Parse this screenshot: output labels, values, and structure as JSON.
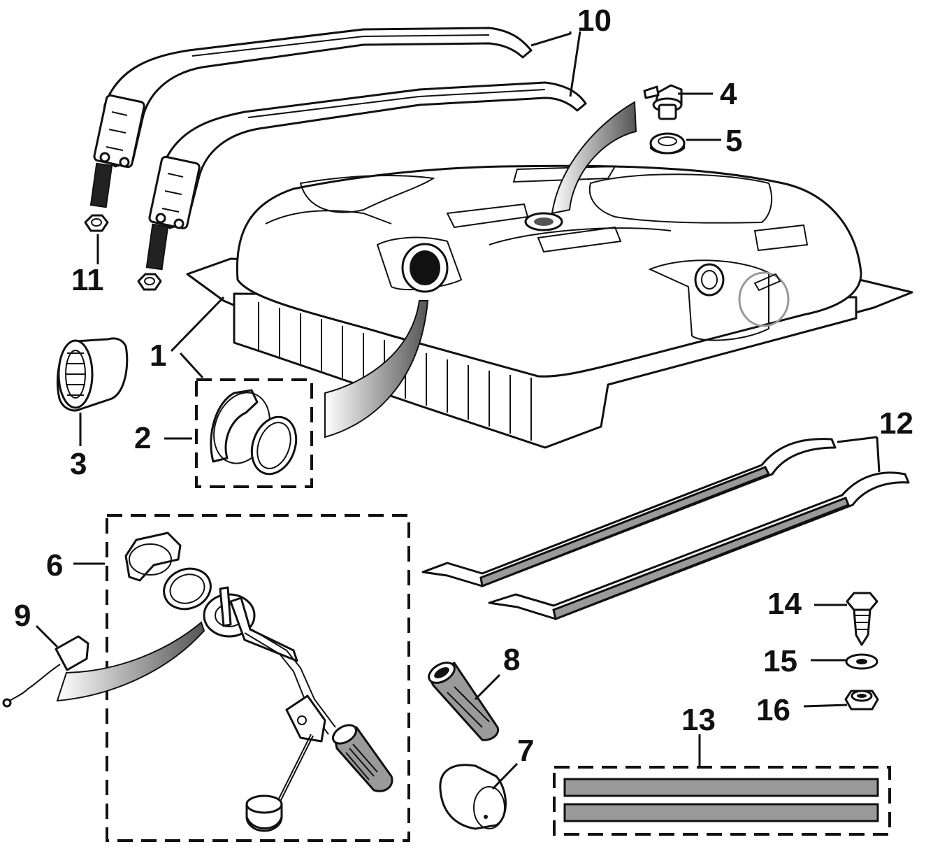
{
  "colors": {
    "ink": "#111111",
    "shade": "#9a9a9a",
    "background": "#ffffff"
  },
  "callouts": {
    "c1": "1",
    "c2": "2",
    "c3": "3",
    "c4": "4",
    "c5": "5",
    "c6": "6",
    "c7": "7",
    "c8": "8",
    "c9": "9",
    "c10": "10",
    "c11": "11",
    "c12": "12",
    "c13": "13",
    "c14": "14",
    "c15": "15",
    "c16": "16"
  }
}
